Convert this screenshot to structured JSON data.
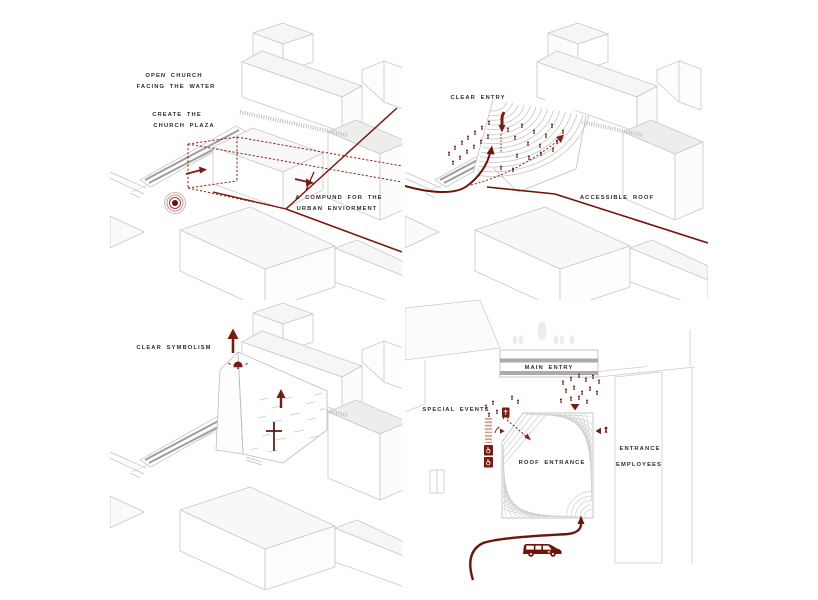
{
  "colors": {
    "accent": "#7a1b10",
    "accent_soft": "#a5584c",
    "crosswalk": "#cf9d92",
    "building_line": "#c8c8c8",
    "ramp_stripe": "#9e9e9e",
    "text": "#2e2e2e"
  },
  "icons": {
    "target_rings": "concentric-rings",
    "bell": "church-bell",
    "cross": "latin-cross",
    "hearse": "funeral-car",
    "wheelchair": "accessibility-symbol",
    "person": "pedestrian-figure",
    "arrow": "direction-arrow"
  },
  "panels": {
    "p1": {
      "labels": {
        "open_church": "OPEN CHURCH",
        "facing_water": "FACING THE WATER",
        "create_the": "CREATE THE",
        "church_plaza": "CHURCH PLAZA",
        "compound_line1": "A COMPUND FOR THE",
        "compound_line2": "URBAN ENVIORMENT"
      }
    },
    "p2": {
      "labels": {
        "clear_entry": "CLEAR ENTRY",
        "accessible_roof": "ACCESSIBLE ROOF"
      }
    },
    "p3": {
      "labels": {
        "clear_symbolism": "CLEAR SYMBOLISM"
      }
    },
    "p4": {
      "labels": {
        "special_events": "SPECIAL EVENTS",
        "main_entry": "MAIN ENTRY",
        "roof_entrance": "ROOF ENTRANCE",
        "entrance": "ENTRANCE",
        "employees": "EMPLOYEES"
      }
    }
  }
}
